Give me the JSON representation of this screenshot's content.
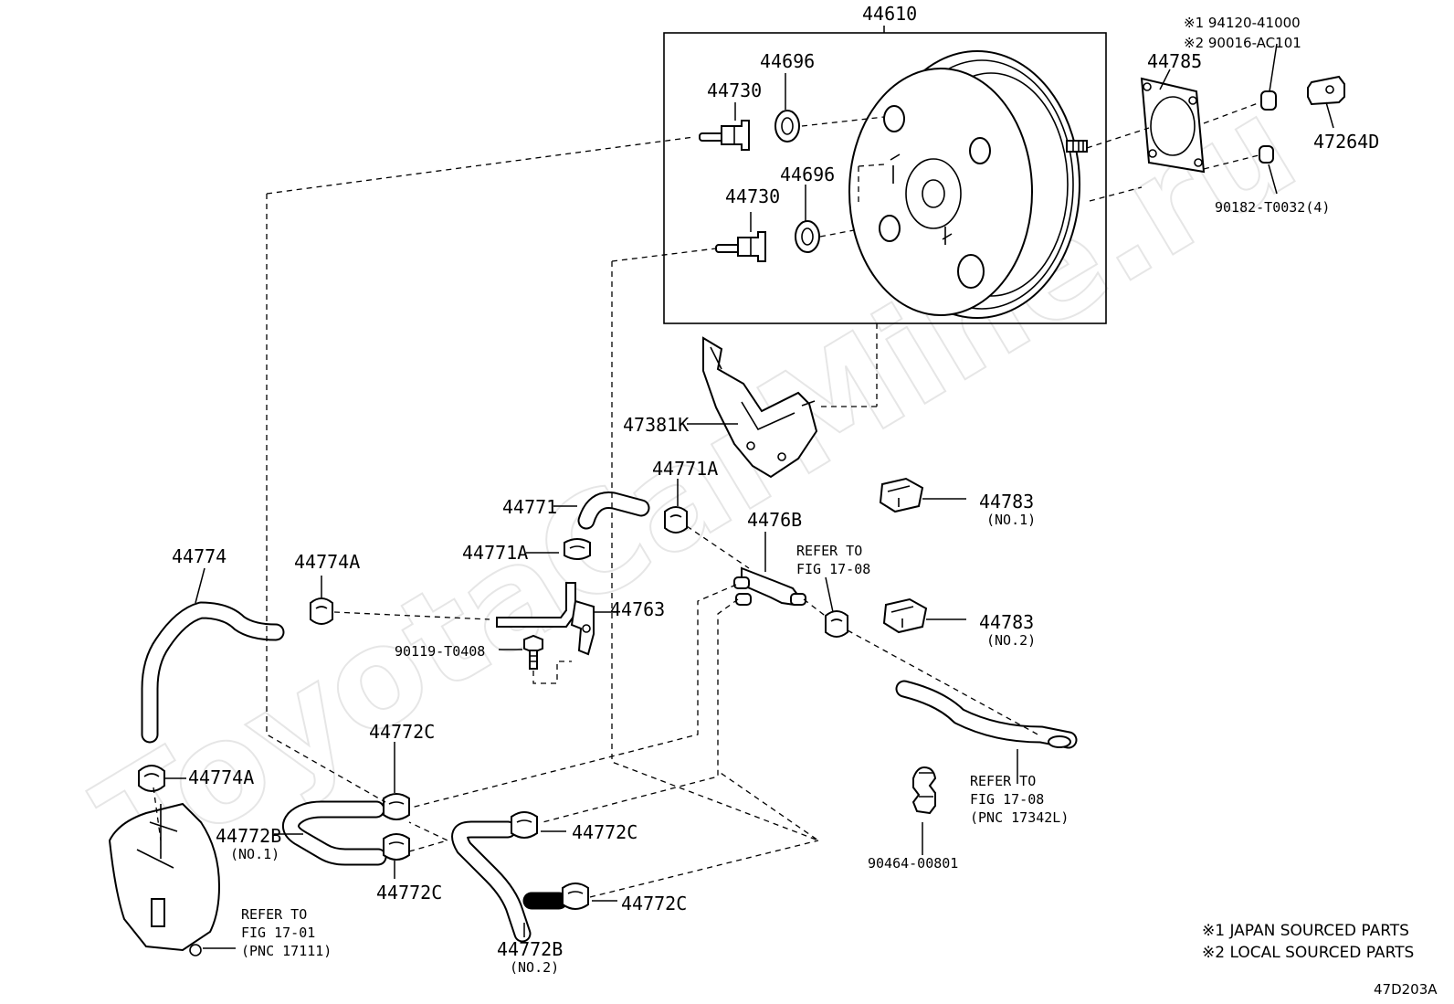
{
  "watermark": "ToyotaCarMine.ru",
  "labels": {
    "p44610": "44610",
    "p44696_top": "44696",
    "p44730_top": "44730",
    "p44696_bottom": "44696",
    "p44730_bottom": "44730",
    "ref1": "※1 94120-41000",
    "ref2": "※2 90016-AC101",
    "p44785": "44785",
    "p47264D": "47264D",
    "p90182": "90182-T0032(4)",
    "p47381K": "47381K",
    "p44771": "44771",
    "p44771A_top": "44771A",
    "p44771A_mid": "44771A",
    "p4476B": "4476B",
    "refer_fig1708_a_line1": "REFER TO",
    "refer_fig1708_a_line2": "FIG 17-08",
    "p44783_1": "44783",
    "p44783_1_sub": "(NO.1)",
    "p44783_2": "44783",
    "p44783_2_sub": "(NO.2)",
    "p44774": "44774",
    "p44774A_top": "44774A",
    "p44763": "44763",
    "p90119": "90119-T0408",
    "p44774A_bottom": "44774A",
    "p44772C_1": "44772C",
    "p44772B_1": "44772B",
    "p44772B_1_sub": "(NO.1)",
    "p44772C_2": "44772C",
    "p44772C_3": "44772C",
    "p44772C_4": "44772C",
    "p44772B_2": "44772B",
    "p44772B_2_sub": "(NO.2)",
    "refer_fig1701_line1": "REFER TO",
    "refer_fig1701_line2": "FIG 17-01",
    "refer_fig1701_line3": "(PNC 17111)",
    "refer_fig1708_b_line1": "REFER TO",
    "refer_fig1708_b_line2": "FIG 17-08",
    "refer_fig1708_b_line3": "(PNC 17342L)",
    "p90464": "90464-00801",
    "note1": "※1 JAPAN SOURCED PARTS",
    "note2": "※2 LOCAL SOURCED PARTS",
    "figure_code": "47D203A"
  }
}
